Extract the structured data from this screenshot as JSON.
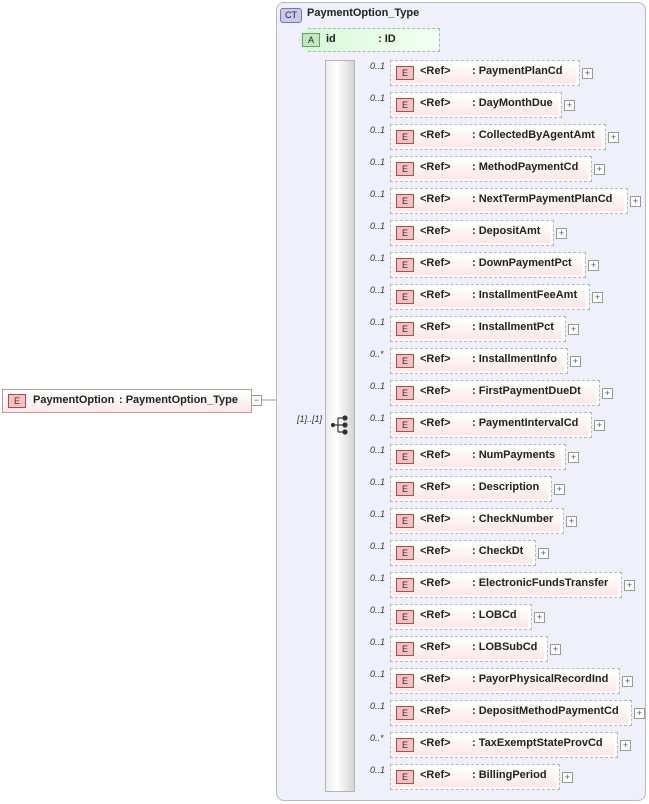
{
  "root": {
    "badge": "E",
    "name": "PaymentOption",
    "type": ": PaymentOption_Type",
    "expander": "−"
  },
  "complex_type": {
    "badge": "CT",
    "name": "PaymentOption_Type"
  },
  "attribute": {
    "badge": "A",
    "name": "id",
    "type": ": ID"
  },
  "sequence": {
    "occurrence": "[1]..[1]"
  },
  "children": [
    {
      "badge": "E",
      "ref": "<Ref>",
      "name": ": PaymentPlanCd",
      "occ": "0..1",
      "w": 188
    },
    {
      "badge": "E",
      "ref": "<Ref>",
      "name": ": DayMonthDue",
      "occ": "0..1",
      "w": 170
    },
    {
      "badge": "E",
      "ref": "<Ref>",
      "name": ": CollectedByAgentAmt",
      "occ": "0..1",
      "w": 214
    },
    {
      "badge": "E",
      "ref": "<Ref>",
      "name": ": MethodPaymentCd",
      "occ": "0..1",
      "w": 200
    },
    {
      "badge": "E",
      "ref": "<Ref>",
      "name": ": NextTermPaymentPlanCd",
      "occ": "0..1",
      "w": 236
    },
    {
      "badge": "E",
      "ref": "<Ref>",
      "name": ": DepositAmt",
      "occ": "0..1",
      "w": 162
    },
    {
      "badge": "E",
      "ref": "<Ref>",
      "name": ": DownPaymentPct",
      "occ": "0..1",
      "w": 194
    },
    {
      "badge": "E",
      "ref": "<Ref>",
      "name": ": InstallmentFeeAmt",
      "occ": "0..1",
      "w": 198
    },
    {
      "badge": "E",
      "ref": "<Ref>",
      "name": ": InstallmentPct",
      "occ": "0..1",
      "w": 174
    },
    {
      "badge": "E",
      "ref": "<Ref>",
      "name": ": InstallmentInfo",
      "occ": "0..*",
      "w": 176
    },
    {
      "badge": "E",
      "ref": "<Ref>",
      "name": ": FirstPaymentDueDt",
      "occ": "0..1",
      "w": 208
    },
    {
      "badge": "E",
      "ref": "<Ref>",
      "name": ": PaymentIntervalCd",
      "occ": "0..1",
      "w": 200
    },
    {
      "badge": "E",
      "ref": "<Ref>",
      "name": ": NumPayments",
      "occ": "0..1",
      "w": 174
    },
    {
      "badge": "E",
      "ref": "<Ref>",
      "name": ": Description",
      "occ": "0..1",
      "w": 160
    },
    {
      "badge": "E",
      "ref": "<Ref>",
      "name": ": CheckNumber",
      "occ": "0..1",
      "w": 172
    },
    {
      "badge": "E",
      "ref": "<Ref>",
      "name": ": CheckDt",
      "occ": "0..1",
      "w": 144
    },
    {
      "badge": "E",
      "ref": "<Ref>",
      "name": ": ElectronicFundsTransfer",
      "occ": "0..1",
      "w": 230
    },
    {
      "badge": "E",
      "ref": "<Ref>",
      "name": ": LOBCd",
      "occ": "0..1",
      "w": 140
    },
    {
      "badge": "E",
      "ref": "<Ref>",
      "name": ": LOBSubCd",
      "occ": "0..1",
      "w": 156
    },
    {
      "badge": "E",
      "ref": "<Ref>",
      "name": ": PayorPhysicalRecordInd",
      "occ": "0..1",
      "w": 228
    },
    {
      "badge": "E",
      "ref": "<Ref>",
      "name": ": DepositMethodPaymentCd",
      "occ": "0..1",
      "w": 240
    },
    {
      "badge": "E",
      "ref": "<Ref>",
      "name": ": TaxExemptStateProvCd",
      "occ": "0..*",
      "w": 226
    },
    {
      "badge": "E",
      "ref": "<Ref>",
      "name": ": BillingPeriod",
      "occ": "0..1",
      "w": 168
    }
  ]
}
